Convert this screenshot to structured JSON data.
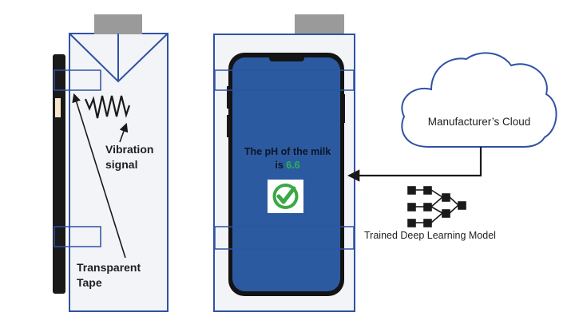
{
  "labels": {
    "vibration_line1": "Vibration",
    "vibration_line2": "signal",
    "tape_line1": "Transparent",
    "tape_line2": "Tape",
    "cloud": "Manufacturer’s Cloud",
    "model": "Trained Deep Learning Model",
    "phone_text_line1": "The pH of the milk",
    "phone_text_line2_prefix": "is ",
    "ph_value": "6.6"
  },
  "colors": {
    "outline_blue": "#2f52a3",
    "phone_screen": "#2c5aa0",
    "cap_gray": "#9a9a9a",
    "carton_fill": "#f3f4f8",
    "ph_value_green": "#27b84a",
    "dark": "#1a1a1a"
  },
  "icons": {
    "check": "check-badge-icon",
    "network": "neural-network-icon",
    "cloud": "cloud-icon",
    "spring": "zigzag-spring-icon"
  }
}
